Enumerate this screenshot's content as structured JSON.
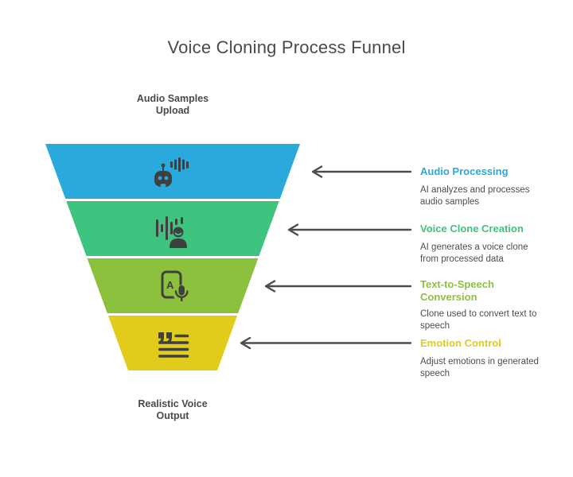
{
  "title": "Voice Cloning Process Funnel",
  "colors": {
    "arrow": "#4d4d4d",
    "icon": "#3f3f3f",
    "title_text": "#4a4a4a",
    "description_text": "#4d4d4d"
  },
  "funnel": {
    "input_label": "Audio Samples Upload",
    "output_label": "Realistic Voice Output",
    "stages": [
      {
        "name": "Audio Processing",
        "description": "AI analyzes and processes audio samples",
        "color": "#29a9dc",
        "icon": "robot-voice-icon"
      },
      {
        "name": "Voice Clone Creation",
        "description": "AI generates a voice clone from processed data",
        "color": "#3ec47e",
        "icon": "waveform-person-icon"
      },
      {
        "name": "Text-to-Speech Conversion",
        "description": "Clone used to convert text to speech",
        "color": "#8cc13d",
        "icon": "document-mic-icon",
        "icon_letter": "A"
      },
      {
        "name": "Emotion Control",
        "description": "Adjust emotions in generated speech",
        "color": "#e1cc1b",
        "icon": "quote-lines-icon"
      }
    ]
  }
}
